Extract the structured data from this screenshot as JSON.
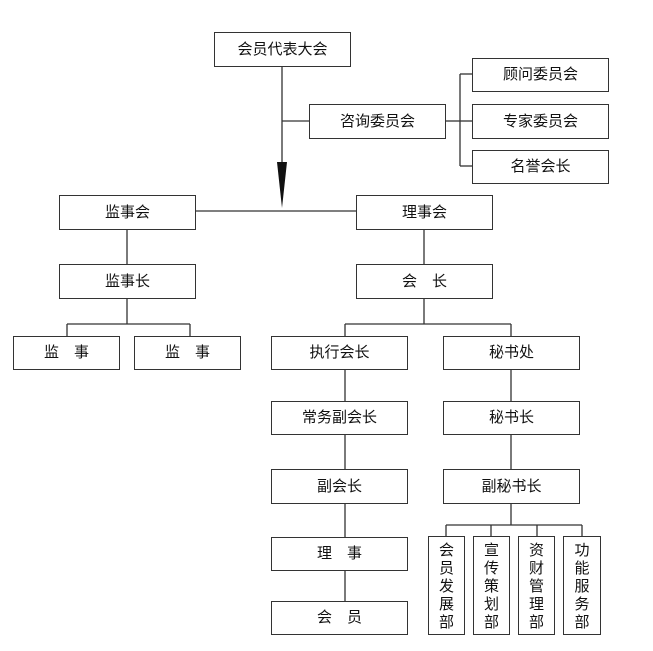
{
  "nodes": {
    "congress": "会员代表大会",
    "advisory": "咨询委员会",
    "consultants": "顾问委员会",
    "experts": "专家委员会",
    "honorary": "名誉会长",
    "supervisory_board": "监事会",
    "board": "理事会",
    "chief_supervisor": "监事长",
    "president": "会　长",
    "supervisor_1": "监　事",
    "supervisor_2": "监　事",
    "exec_president": "执行会长",
    "secretariat": "秘书处",
    "standing_vp": "常务副会长",
    "secretary_general": "秘书长",
    "vice_president": "副会长",
    "deputy_secretary": "副秘书长",
    "director": "理　事",
    "member": "会　员",
    "dept_members": "会\n员\n发\n展\n部",
    "dept_publicity": "宣\n传\n策\n划\n部",
    "dept_finance": "资\n财\n管\n理\n部",
    "dept_services": "功\n能\n服\n务\n部"
  }
}
